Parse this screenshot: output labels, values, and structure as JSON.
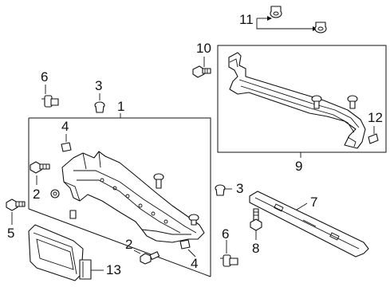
{
  "diagram": {
    "callouts": [
      {
        "id": "c1",
        "label": "1"
      },
      {
        "id": "c2a",
        "label": "2"
      },
      {
        "id": "c2b",
        "label": "2"
      },
      {
        "id": "c3a",
        "label": "3"
      },
      {
        "id": "c3b",
        "label": "3"
      },
      {
        "id": "c4a",
        "label": "4"
      },
      {
        "id": "c4b",
        "label": "4"
      },
      {
        "id": "c5",
        "label": "5"
      },
      {
        "id": "c6a",
        "label": "6"
      },
      {
        "id": "c6b",
        "label": "6"
      },
      {
        "id": "c7",
        "label": "7"
      },
      {
        "id": "c8",
        "label": "8"
      },
      {
        "id": "c9",
        "label": "9"
      },
      {
        "id": "c10",
        "label": "10"
      },
      {
        "id": "c11",
        "label": "11"
      },
      {
        "id": "c12",
        "label": "12"
      },
      {
        "id": "c13",
        "label": "13"
      }
    ],
    "colors": {
      "line": "#111111",
      "background": "#ffffff"
    }
  }
}
